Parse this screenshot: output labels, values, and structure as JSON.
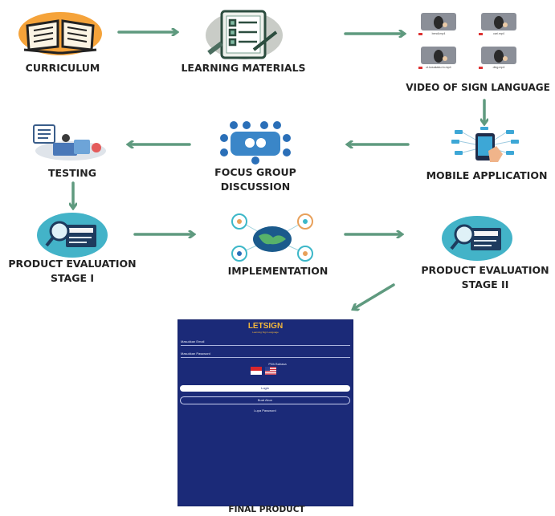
{
  "steps": {
    "curriculum": "CURRICULUM",
    "learning_materials": "LEARNING MATERIALS",
    "video": "VIDEO OF SIGN LANGUAGE",
    "mobile_app": "MOBILE APPLICATION",
    "fgd_line1": "FOCUS GROUP",
    "fgd_line2": "DISCUSSION",
    "testing": "TESTING",
    "eval1_line1": "PRODUCT EVALUATION",
    "eval1_line2": "STAGE I",
    "implementation": "IMPLEMENTATION",
    "eval2_line1": "PRODUCT EVALUATION",
    "eval2_line2": "STAGE II",
    "final": "FINAL PRODUCT"
  },
  "video_thumbnails": [
    {
      "caption": "bendi.mp4"
    },
    {
      "caption": "cari.mp4"
    },
    {
      "caption": "ct.kosakata.rm.mp4"
    },
    {
      "caption": "ding.mp4"
    }
  ],
  "app_screen": {
    "title": "LETSIGN",
    "subtitle": "Learning Sign Language",
    "email_placeholder": "Masukkan Email",
    "password_placeholder": "Masukkan Password",
    "language_label": "Pilih Bahasa",
    "login_button": "Login",
    "register_button": "Buat Akun",
    "forgot_link": "Lupa Password"
  },
  "colors": {
    "arrow": "#5f9a7f",
    "app_background": "#1b2a78",
    "app_title": "#f2b63b",
    "icon_teal": "#43b3c8"
  },
  "icons": [
    "open-book-icon",
    "checklist-clipboard-icon",
    "video-thumbnail-icon",
    "smartphone-network-icon",
    "group-meeting-icon",
    "online-test-icon",
    "magnifier-document-icon",
    "globe-network-icon"
  ]
}
